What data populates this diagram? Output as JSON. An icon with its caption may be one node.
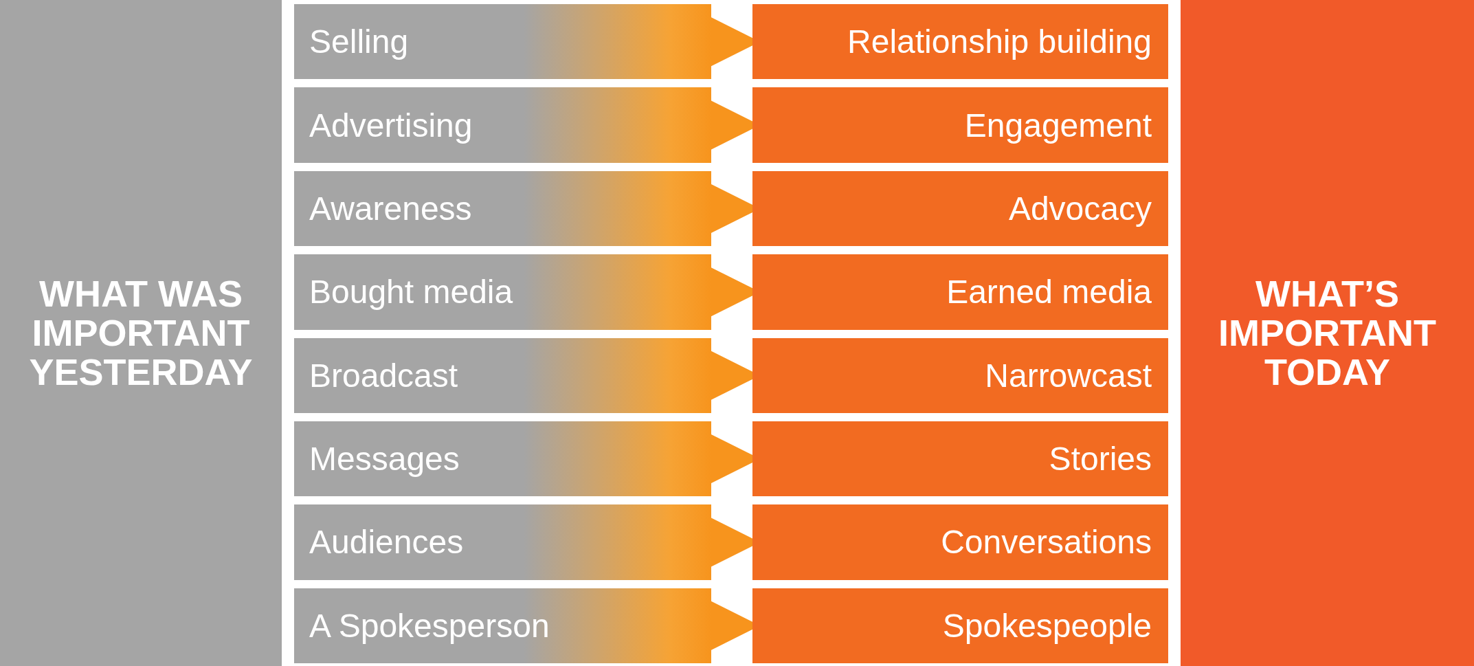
{
  "diagram": {
    "nodes": [
      {
        "text": [
          "WHAT WAS IMPORTANT YESTERDAY"
        ]
      },
      {
        "text": [
          "Selling"
        ]
      },
      {
        "text": [
          "Relationship building"
        ]
      },
      {
        "text": [
          "Advertising"
        ]
      },
      {
        "text": [
          "Engagement"
        ]
      },
      {
        "text": [
          "Awareness"
        ]
      },
      {
        "text": [
          "Advocacy"
        ]
      },
      {
        "text": [
          "Bought media"
        ]
      },
      {
        "text": [
          "Earned media"
        ]
      },
      {
        "text": [
          "Broadcast"
        ]
      },
      {
        "text": [
          "Narrowcast"
        ]
      },
      {
        "text": [
          "Messages"
        ]
      },
      {
        "text": [
          "Stories"
        ]
      },
      {
        "text": [
          "Audiences"
        ]
      },
      {
        "text": [
          "Conversations"
        ]
      },
      {
        "text": [
          "A Spokesperson"
        ]
      },
      {
        "text": [
          "Spokespeople"
        ]
      },
      {
        "text": [
          "WHAT’S IMPORTANT TODAY"
        ]
      }
    ],
    "edges": [
      {
        "from": 1,
        "to": 2,
        "arrow": "to"
      },
      {
        "from": 3,
        "to": 4,
        "arrow": "to"
      },
      {
        "from": 5,
        "to": 6,
        "arrow": "to"
      },
      {
        "from": 7,
        "to": 8,
        "arrow": "to"
      },
      {
        "from": 9,
        "to": 10,
        "arrow": "to"
      },
      {
        "from": 11,
        "to": 12,
        "arrow": "to"
      },
      {
        "from": 13,
        "to": 14,
        "arrow": "to"
      },
      {
        "from": 15,
        "to": 16,
        "arrow": "to"
      }
    ]
  }
}
